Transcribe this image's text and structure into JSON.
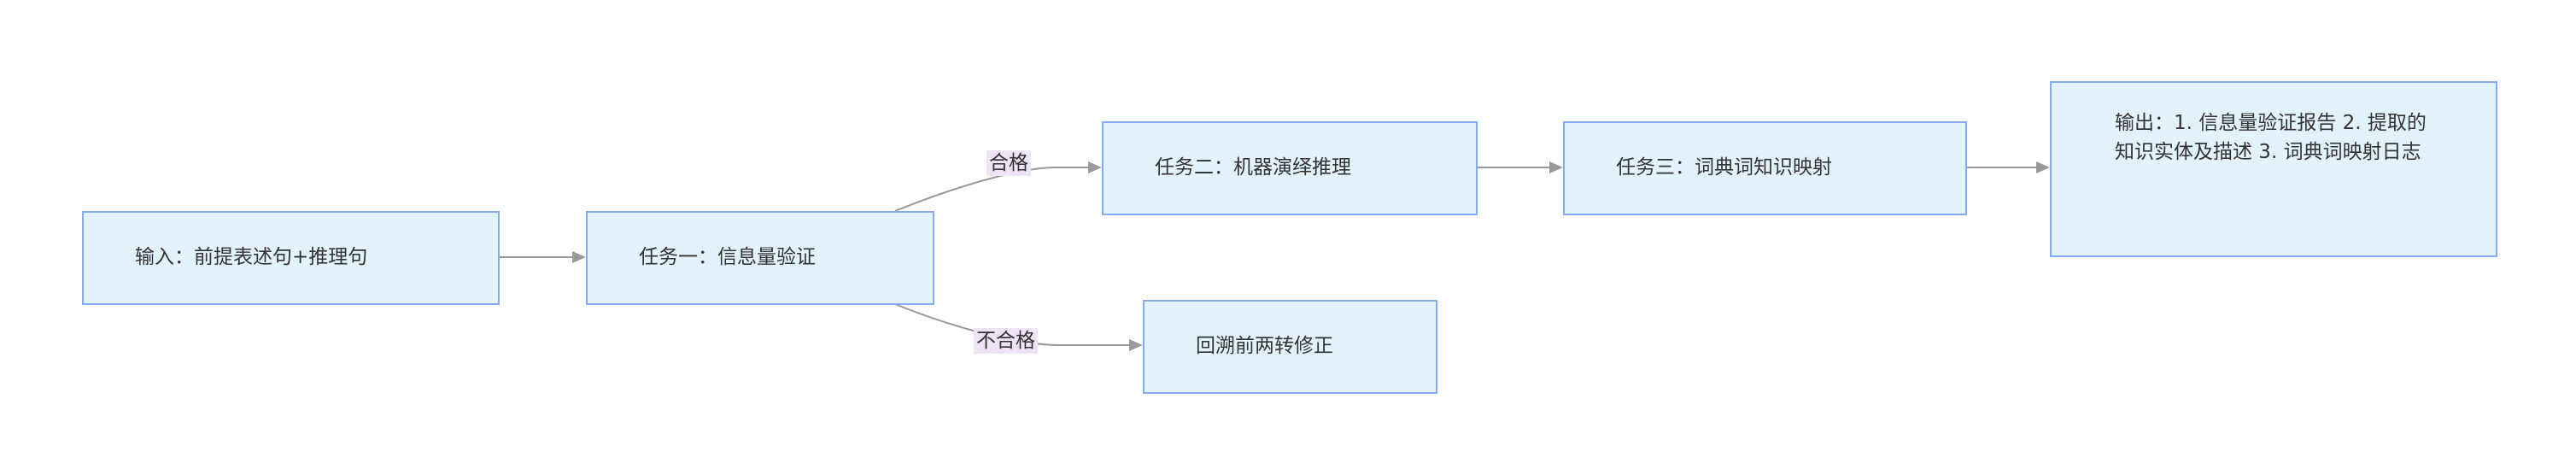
{
  "nodes": {
    "input": "输入：前提表述句+推理句",
    "task1": "任务一：信息量验证",
    "task2": "任务二：机器演绎推理",
    "task3": "任务三：词典词知识映射",
    "output_line1": "输出：1. 信息量验证报告 2. 提取的",
    "output_line2": "知识实体及描述 3. 词典词映射日志",
    "backtrack": "回溯前两转修正"
  },
  "edge_labels": {
    "pass": "合格",
    "fail": "不合格"
  },
  "colors": {
    "node_fill": "#e3f3fb",
    "node_border": "#86a9f4",
    "edge_stroke": "#999999",
    "edge_label_bg": "#efe3f6",
    "text": "#333333"
  }
}
